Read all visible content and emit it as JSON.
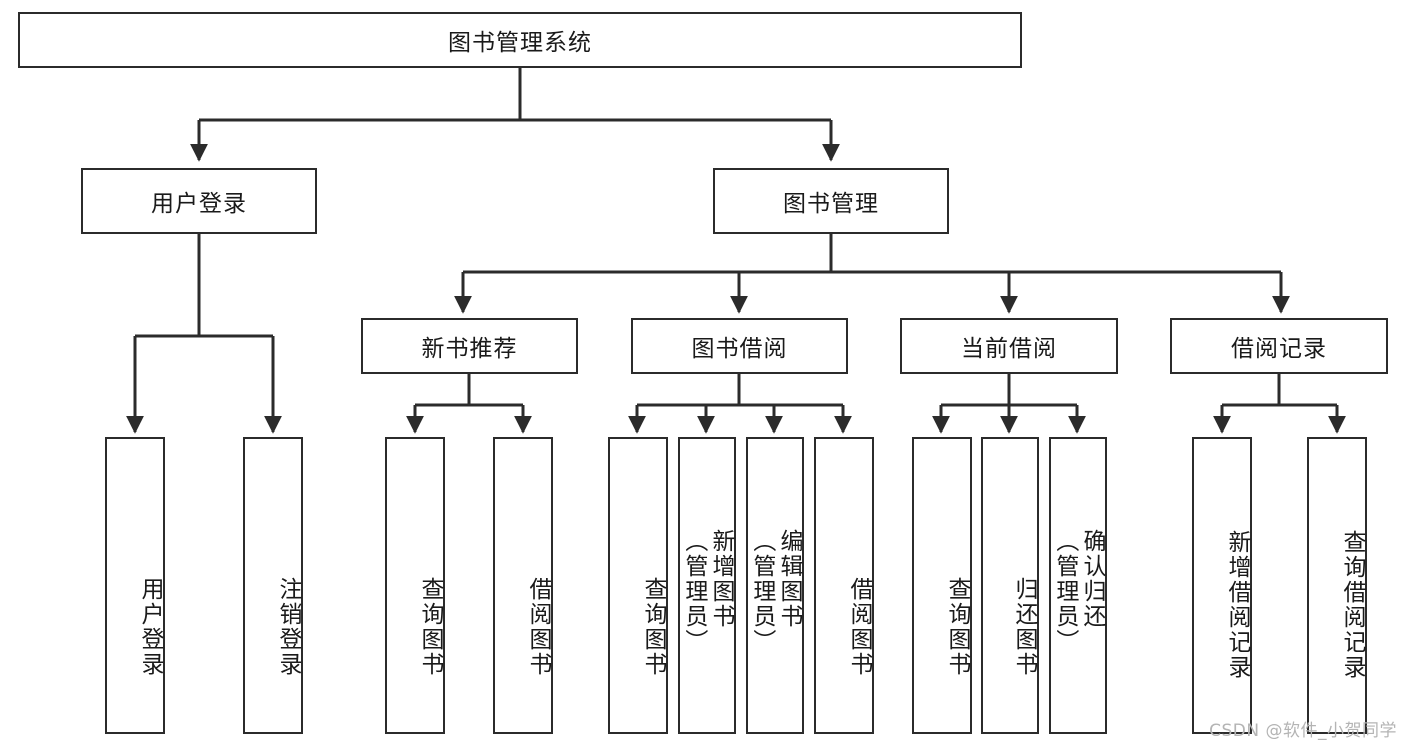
{
  "diagram": {
    "type": "tree-hierarchy-flowchart",
    "title": "图书管理系统",
    "watermark": "CSDN @软件_小贺同学",
    "colors": {
      "stroke": "#2b2b2b",
      "fill": "#ffffff",
      "text": "#1a1a1a",
      "watermark": "#b4b4b4"
    },
    "levels": {
      "root": "图书管理系统",
      "level2": [
        "用户登录",
        "图书管理"
      ],
      "level3": [
        "新书推荐",
        "图书借阅",
        "当前借阅",
        "借阅记录"
      ],
      "level4_groups": [
        {
          "parent": "用户登录",
          "children": [
            "用户登录",
            "注销登录"
          ]
        },
        {
          "parent": "新书推荐",
          "children": [
            "查询图书",
            "借阅图书"
          ]
        },
        {
          "parent": "图书借阅",
          "children": [
            "查询图书",
            "新增图书（管理员）",
            "编辑图书（管理员）",
            "借阅图书"
          ]
        },
        {
          "parent": "当前借阅",
          "children": [
            "查询图书",
            "归还图书",
            "确认归还（管理员）"
          ]
        },
        {
          "parent": "借阅记录",
          "children": [
            "新增借阅记录",
            "查询借阅记录"
          ]
        }
      ]
    },
    "nodes": {
      "root": {
        "label": "图书管理系统"
      },
      "user_login": {
        "label": "用户登录"
      },
      "book_manage": {
        "label": "图书管理"
      },
      "new_book_rec": {
        "label": "新书推荐"
      },
      "book_borrow": {
        "label": "图书借阅"
      },
      "current_borrow": {
        "label": "当前借阅"
      },
      "borrow_record": {
        "label": "借阅记录"
      },
      "leaf_user_login": {
        "label": "用户登录"
      },
      "leaf_logout": {
        "label": "注销登录"
      },
      "leaf_query_book_a": {
        "label": "查询图书"
      },
      "leaf_borrow_book_a": {
        "label": "借阅图书"
      },
      "leaf_query_book_b": {
        "label": "查询图书"
      },
      "leaf_add_book_admin": {
        "label": "新增图书\n（管理员）"
      },
      "leaf_edit_book_admin": {
        "label": "编辑图书\n（管理员）"
      },
      "leaf_borrow_book_b": {
        "label": "借阅图书"
      },
      "leaf_query_book_c": {
        "label": "查询图书"
      },
      "leaf_return_book": {
        "label": "归还图书"
      },
      "leaf_confirm_return_admin": {
        "label": "确认归还\n（管理员）"
      },
      "leaf_add_record": {
        "label": "新增借阅记录"
      },
      "leaf_query_record": {
        "label": "查询借阅记录"
      }
    }
  }
}
